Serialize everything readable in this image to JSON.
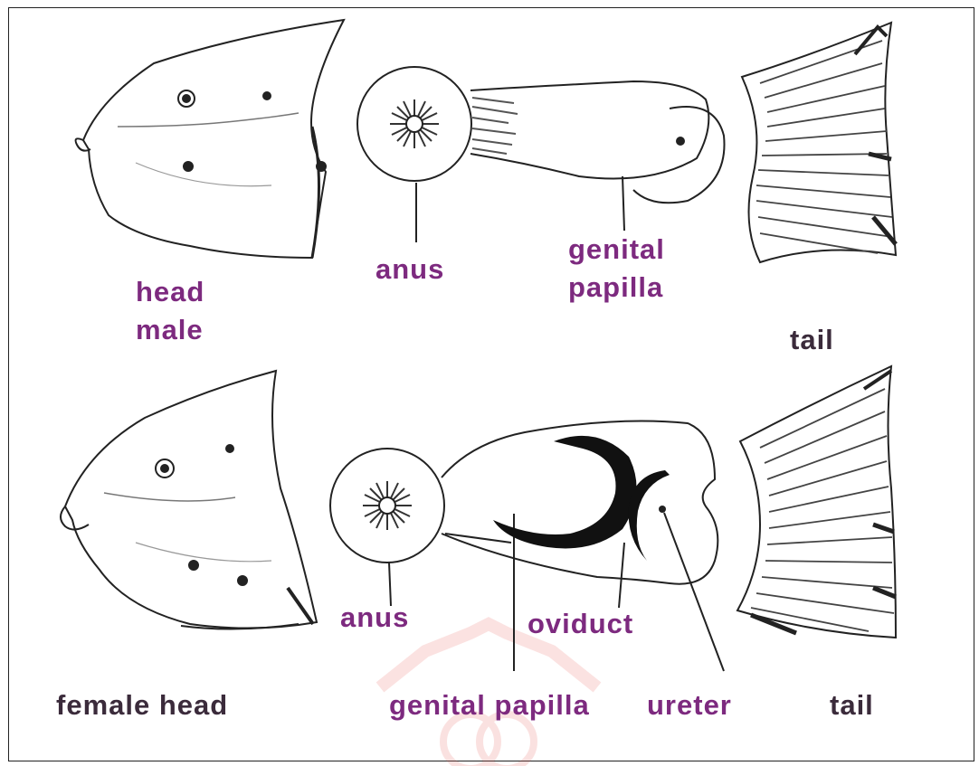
{
  "labels": {
    "head_male_line1": "head",
    "head_male_line2": "male",
    "anus_top": "anus",
    "genital_papilla_top_line1": "genital",
    "genital_papilla_top_line2": "papilla",
    "tail_top": "tail",
    "female_head": "female head",
    "anus_bottom": "anus",
    "oviduct": "oviduct",
    "genital_papilla_bottom": "genital papilla",
    "ureter": "ureter",
    "tail_bottom": "tail"
  },
  "colors": {
    "label_purple": "#7d2a7f",
    "label_dark": "#3b2b3b",
    "line": "#222222",
    "watermark_red": "#e8605a"
  }
}
